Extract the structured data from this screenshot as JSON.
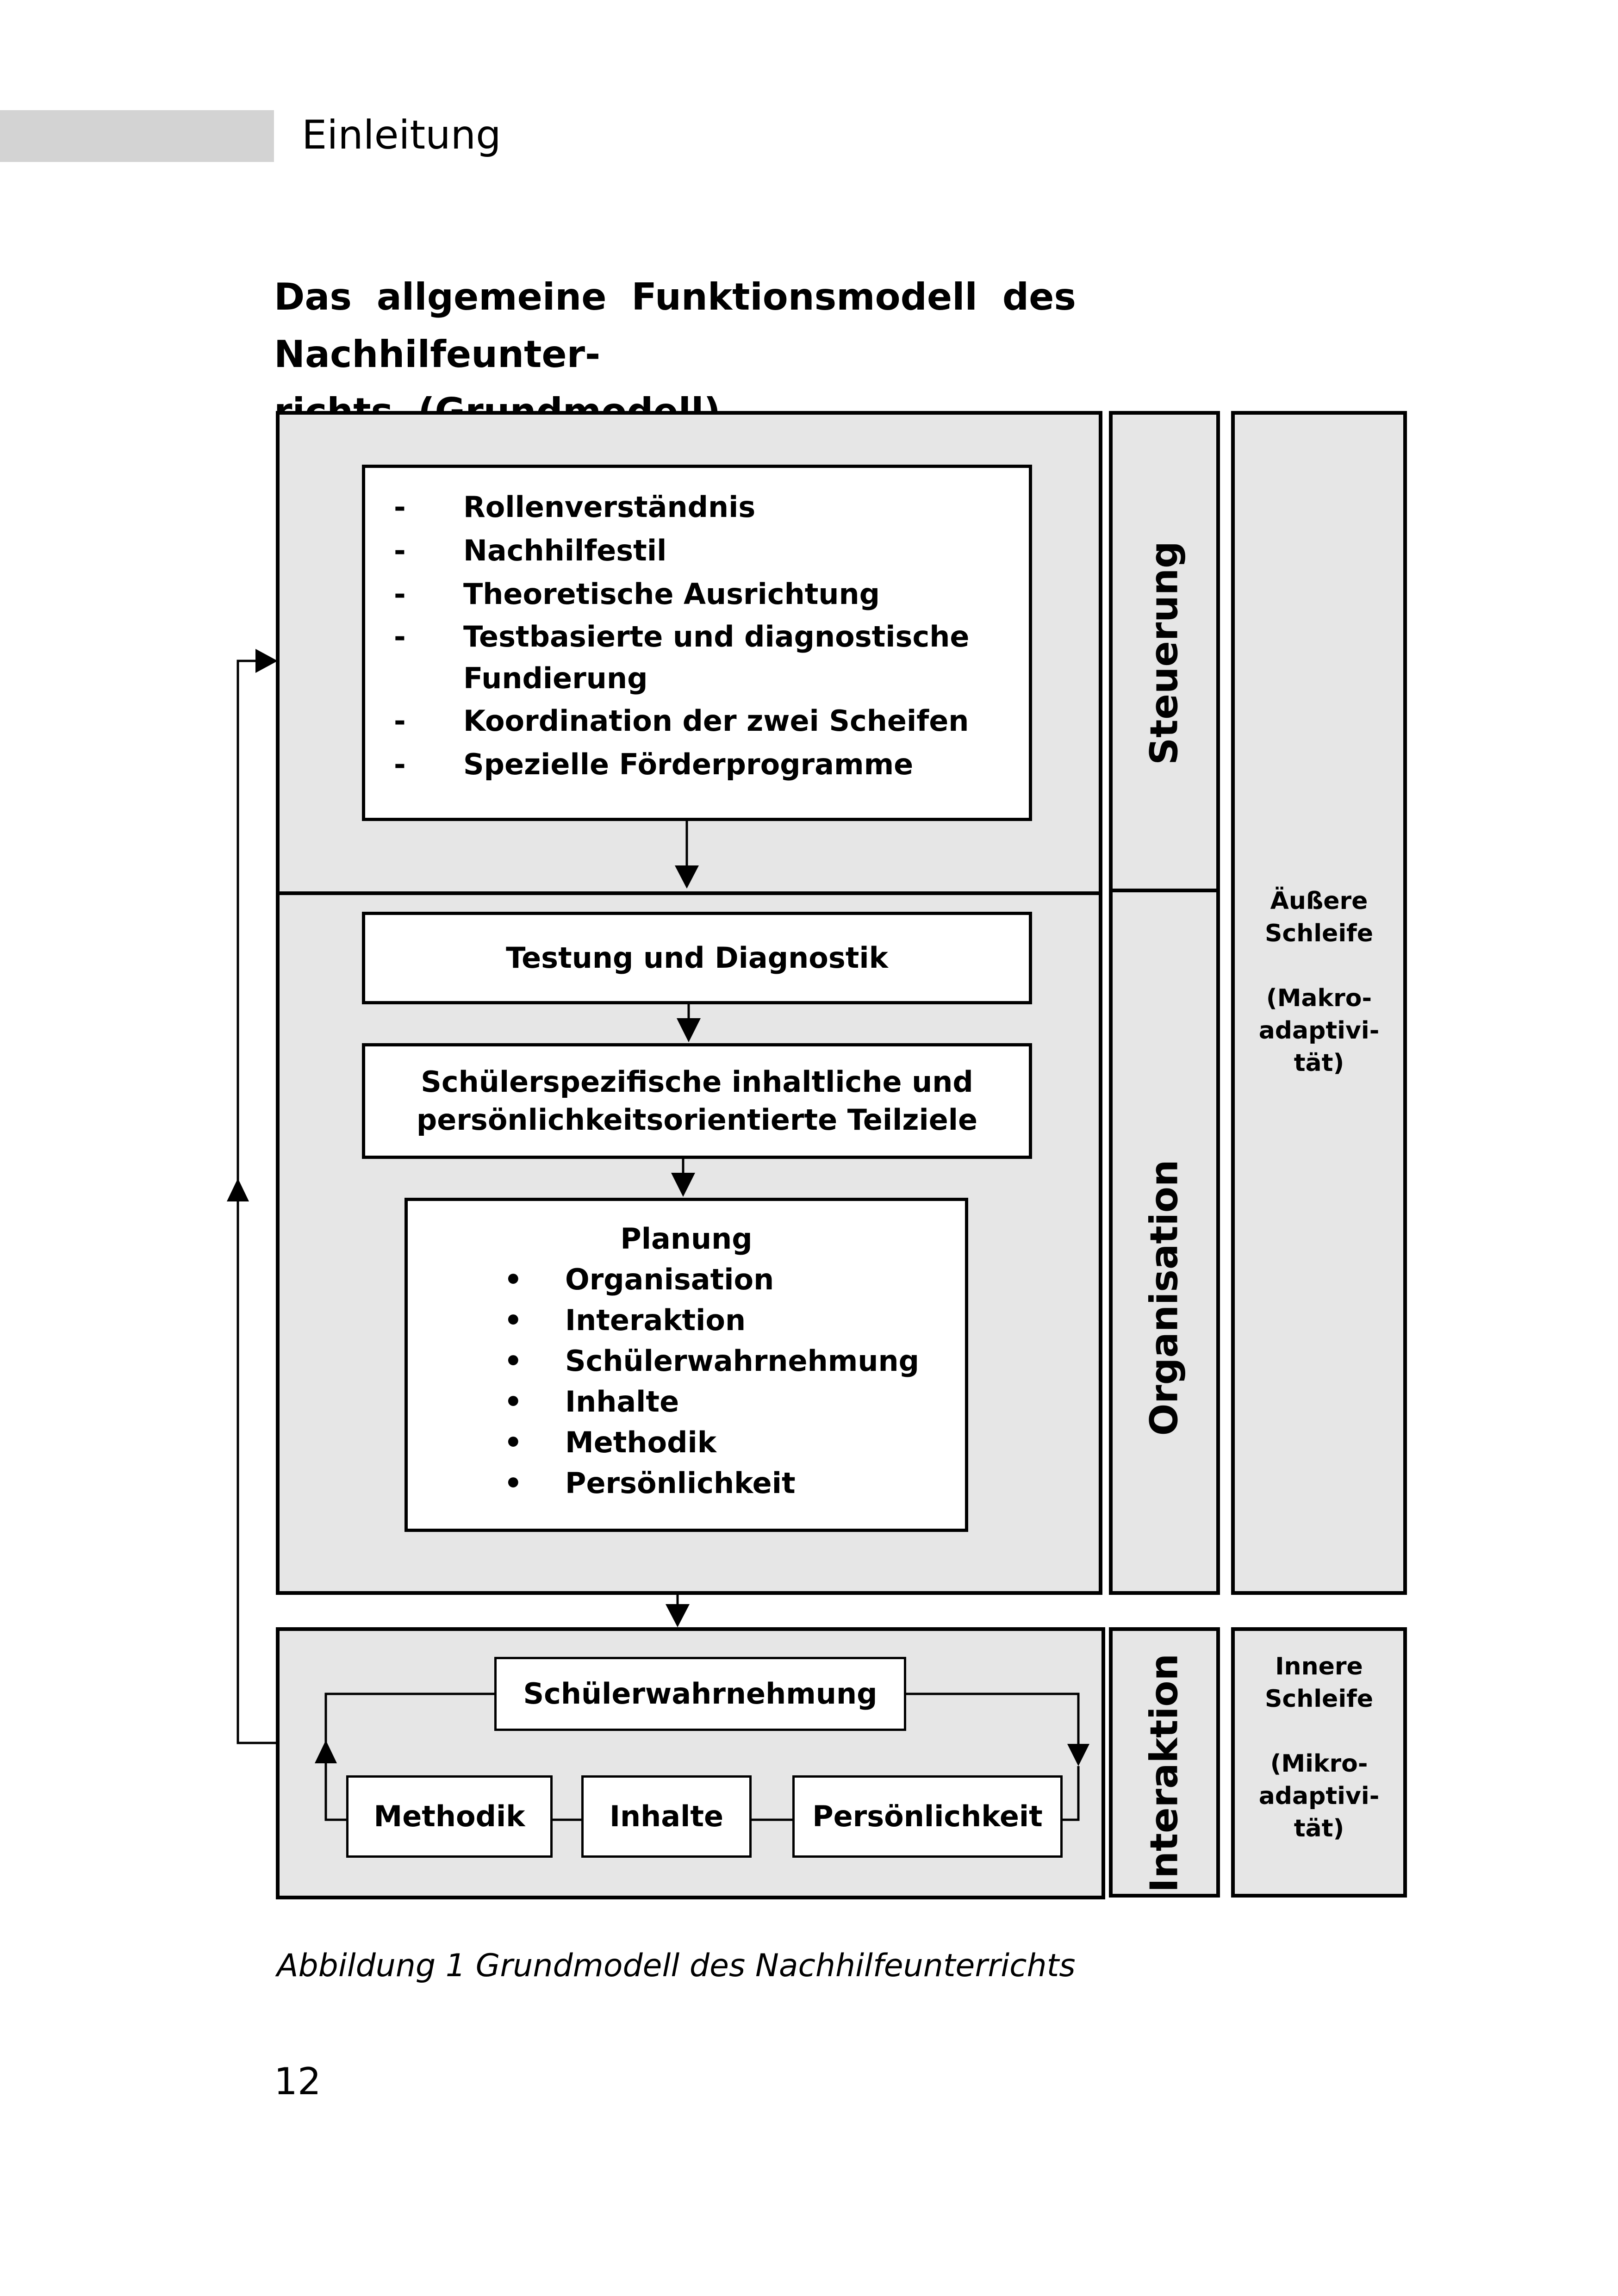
{
  "running_head": "Einleitung",
  "title_lines": [
    "Das allgemeine Funktionsmodell des Nachhilfeunter-",
    "richts (Grundmodell)"
  ],
  "steuerung_box": {
    "items": [
      "Rollenverständnis",
      "Nachhilfestil",
      "Theoretische Ausrichtung",
      "Testbasierte und diagnostische",
      "Fundierung",
      "Koordination der zwei Scheifen",
      "Spezielle Förderprogramme"
    ],
    "marker": "-"
  },
  "organisation_box": {
    "testing": "Testung  und Diagnostik",
    "goals_line1": "Schülerspezifische inhaltliche und",
    "goals_line2": "persönlichkeitsorientierte Teilziele",
    "planning_title": "Planung",
    "planning_items": [
      "Organisation",
      "Interaktion",
      "Schülerwahrnehmung",
      "Inhalte",
      "Methodik",
      "Persönlichkeit"
    ]
  },
  "interaction_box": {
    "perception": "Schülerwahrnehmung",
    "method": "Methodik",
    "content": "Inhalte",
    "personality": "Persönlichkeit"
  },
  "side_labels": {
    "steuerung": "Steuerung",
    "organisation": "Organisation",
    "interaktion": "Interaktion"
  },
  "outer_loop": [
    "Äußere",
    "Schleife",
    "",
    "(Makro-",
    "adaptivi-",
    "tät)"
  ],
  "inner_loop": [
    "Innere",
    "Schleife",
    "",
    "(Mikro-",
    "adaptivi-",
    "tät)"
  ],
  "caption": "Abbildung 1 Grundmodell des Nachhilfeunterrichts",
  "page_number": "12"
}
